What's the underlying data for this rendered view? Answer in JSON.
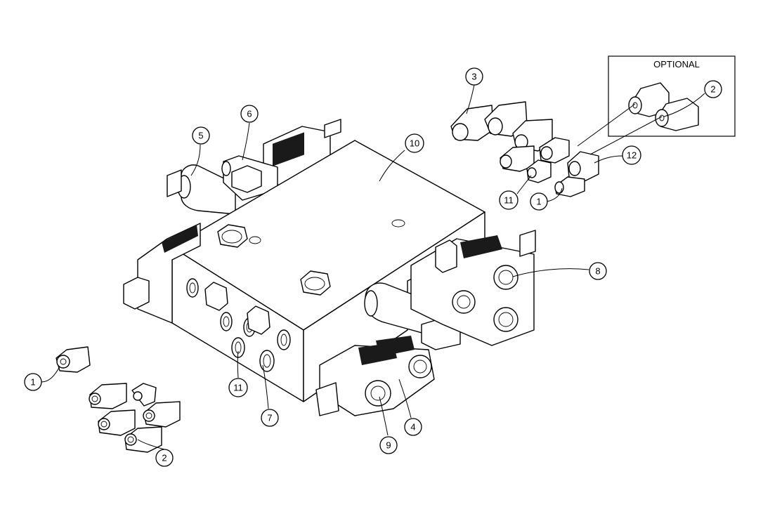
{
  "optional_box": {
    "label": "OPTIONAL"
  },
  "callouts": [
    {
      "id": "c1a",
      "label": "1"
    },
    {
      "id": "c1b",
      "label": "1"
    },
    {
      "id": "c2a",
      "label": "2"
    },
    {
      "id": "c2b",
      "label": "2"
    },
    {
      "id": "c3",
      "label": "3"
    },
    {
      "id": "c4",
      "label": "4"
    },
    {
      "id": "c5",
      "label": "5"
    },
    {
      "id": "c6",
      "label": "6"
    },
    {
      "id": "c7",
      "label": "7"
    },
    {
      "id": "c8",
      "label": "8"
    },
    {
      "id": "c9",
      "label": "9"
    },
    {
      "id": "c10",
      "label": "10"
    },
    {
      "id": "c11a",
      "label": "11"
    },
    {
      "id": "c11b",
      "label": "11"
    },
    {
      "id": "c12",
      "label": "12"
    }
  ]
}
